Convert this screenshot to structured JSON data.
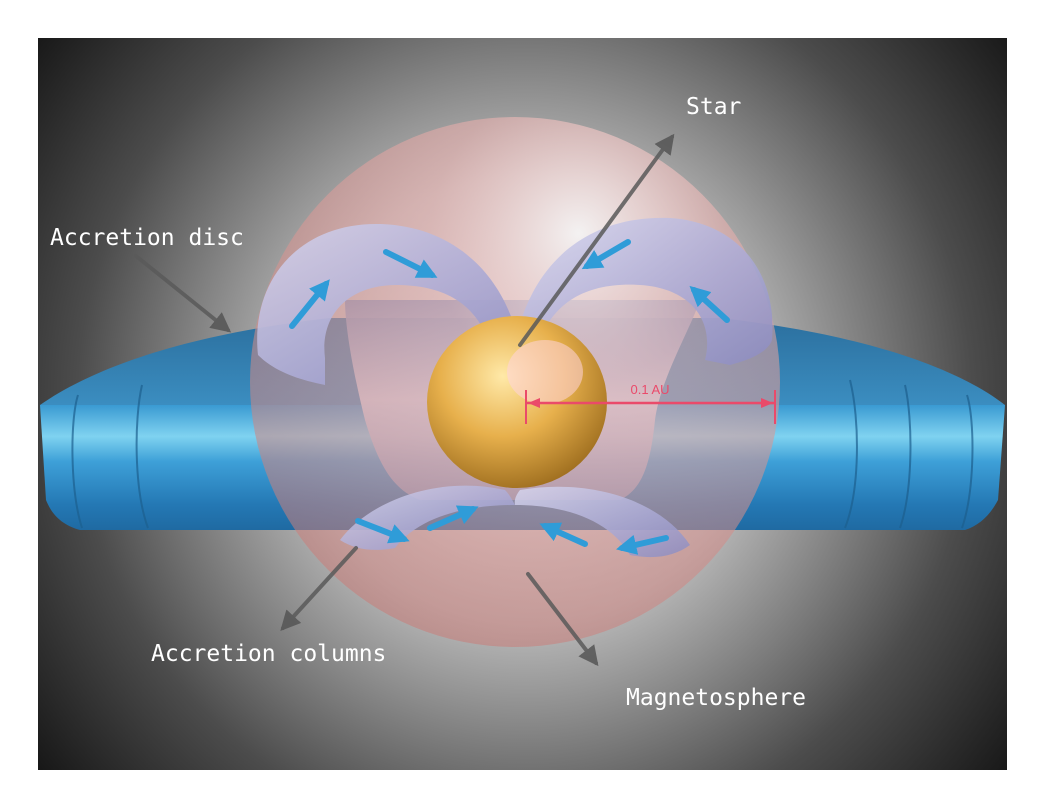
{
  "labels": {
    "star": "Star",
    "accretion_disc": "Accretion disc",
    "accretion_columns": "Accretion columns",
    "magnetosphere": "Magnetosphere",
    "scale": "0.1 AU"
  },
  "colors": {
    "disc": "#2a86c4",
    "disc_highlight": "#8fe3f6",
    "star": "#e3a63e",
    "magnetosphere": "#e7a7a4",
    "columns": "#c9c8e6",
    "flow_arrows": "#3aa4dc",
    "pointer_arrows": "#5a5a5a",
    "scale_bar": "#ea4a6a",
    "background_center": "#ebebeb",
    "background_edge": "#101010"
  }
}
